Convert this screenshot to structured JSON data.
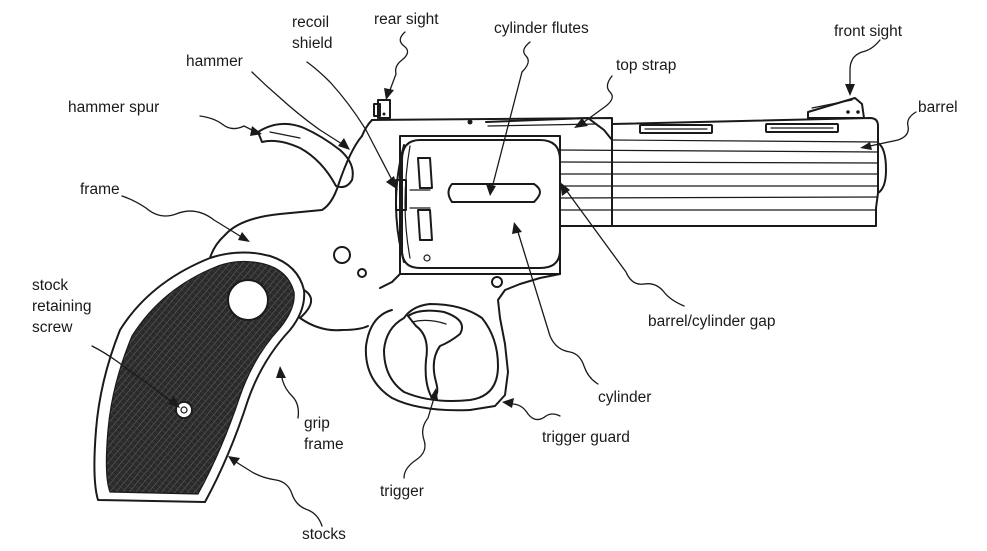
{
  "labels": {
    "recoil_shield_1": "recoil",
    "recoil_shield_2": "shield",
    "rear_sight": "rear sight",
    "cylinder_flutes": "cylinder flutes",
    "front_sight": "front sight",
    "hammer": "hammer",
    "top_strap": "top strap",
    "hammer_spur": "hammer spur",
    "barrel": "barrel",
    "frame": "frame",
    "stock_retaining_screw_1": "stock",
    "stock_retaining_screw_2": "retaining",
    "stock_retaining_screw_3": "screw",
    "barrel_cylinder_gap": "barrel/cylinder gap",
    "cylinder": "cylinder",
    "grip_frame_1": "grip",
    "grip_frame_2": "frame",
    "trigger_guard": "trigger guard",
    "trigger": "trigger",
    "stocks": "stocks"
  },
  "colors": {
    "ink": "#1a1a1a",
    "background": "#ffffff"
  }
}
